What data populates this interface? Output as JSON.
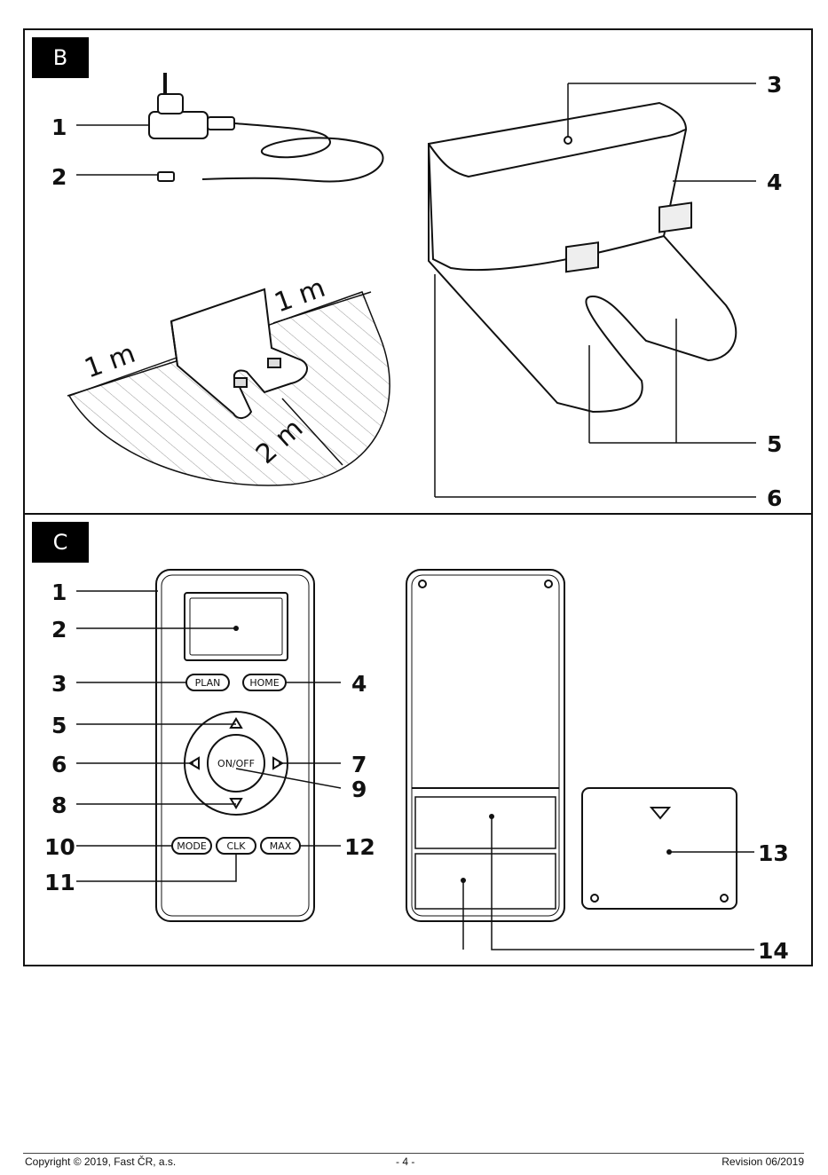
{
  "panel_b": {
    "tag": "B",
    "callouts": [
      "1",
      "2",
      "3",
      "4",
      "5",
      "6"
    ],
    "distance_labels": [
      "1 m",
      "1 m",
      "2 m"
    ]
  },
  "panel_c": {
    "tag": "C",
    "callouts": [
      "1",
      "2",
      "3",
      "4",
      "5",
      "6",
      "7",
      "8",
      "9",
      "10",
      "11",
      "12",
      "13",
      "14"
    ],
    "buttons": {
      "plan": "PLAN",
      "home": "HOME",
      "on_off": "ON/OFF",
      "mode": "MODE",
      "clk": "CLK",
      "max": "MAX"
    }
  },
  "footer": {
    "copyright": "Copyright © 2019, Fast ČR, a.s.",
    "page": "- 4 -",
    "revision": "Revision 06/2019"
  }
}
